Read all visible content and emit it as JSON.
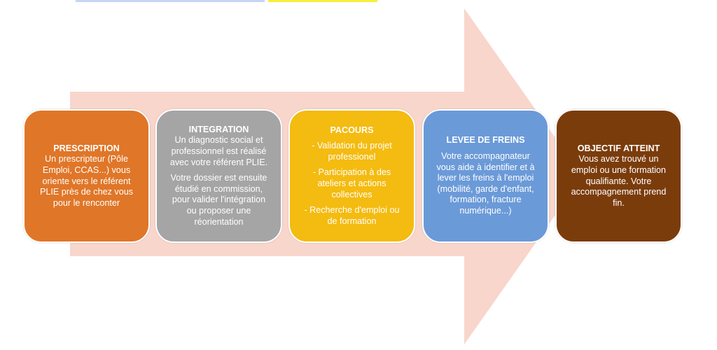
{
  "colors": {
    "arrow": "#f8d6cc",
    "top_bar_blue": "#c6d6f2",
    "top_bar_yellow": "#f7ef3a"
  },
  "steps": [
    {
      "title": "PRESCRIPTION",
      "color": "#e07628",
      "paragraphs": [
        [
          "Un prescripteur (Pôle",
          "Emploi, CCAS...) vous",
          "oriente vers le référent",
          "PLIE près de chez vous",
          "pour le renconter"
        ]
      ]
    },
    {
      "title": "INTEGRATION",
      "color": "#a5a5a5",
      "paragraphs": [
        [
          "Un diagnostic social et",
          "professionnel est réalisé",
          "avec votre référent PLIE."
        ],
        [
          "Votre dossier est ensuite",
          "étudié en commission,",
          "pour valider l'intégration",
          "ou proposer une",
          "réorientation"
        ]
      ]
    },
    {
      "title": "PACOURS",
      "color": "#f4bb10",
      "paragraphs": [
        [
          "- Validation du projet",
          "professionel"
        ],
        [
          "- Participation à des",
          "ateliers et actions",
          "collectives"
        ],
        [
          "- Recherche d'emploi ou",
          "de formation"
        ]
      ]
    },
    {
      "title": "LEVEE DE FREINS",
      "color": "#6b9ad8",
      "paragraphs": [
        [
          "Votre accompagnateur",
          "vous aide à identifier et à",
          "lever les freins à l'emploi",
          "(mobilité, garde d'enfant,",
          "formation, fracture",
          "numérique...)"
        ]
      ]
    },
    {
      "title": "OBJECTIF ATTEINT",
      "color": "#7b3c0c",
      "paragraphs": [
        [
          "Vous avez trouvé un",
          "emploi ou une formation",
          "qualifiante. Votre",
          "accompagnement prend",
          "fin."
        ]
      ]
    }
  ]
}
